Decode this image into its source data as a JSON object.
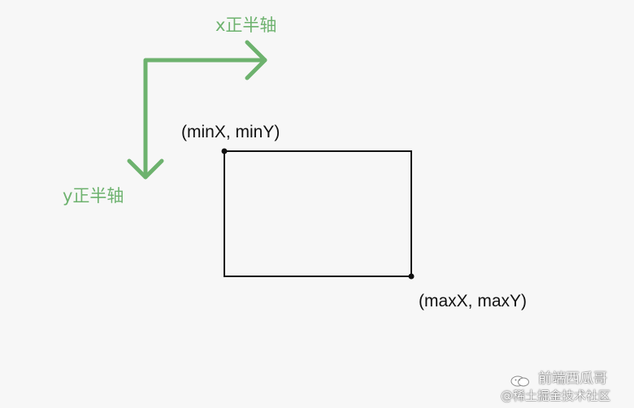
{
  "axes": {
    "x_label": "x正半轴",
    "y_label": "y正半轴",
    "color": "#6db26e"
  },
  "rectangle": {
    "top_left_label": "(minX, minY)",
    "bottom_right_label": "(maxX, maxY)",
    "stroke_color": "#111111"
  },
  "watermark": {
    "account_name": "前端西瓜哥",
    "source": "@稀土掘金技术社区",
    "icon": "wechat-icon"
  }
}
